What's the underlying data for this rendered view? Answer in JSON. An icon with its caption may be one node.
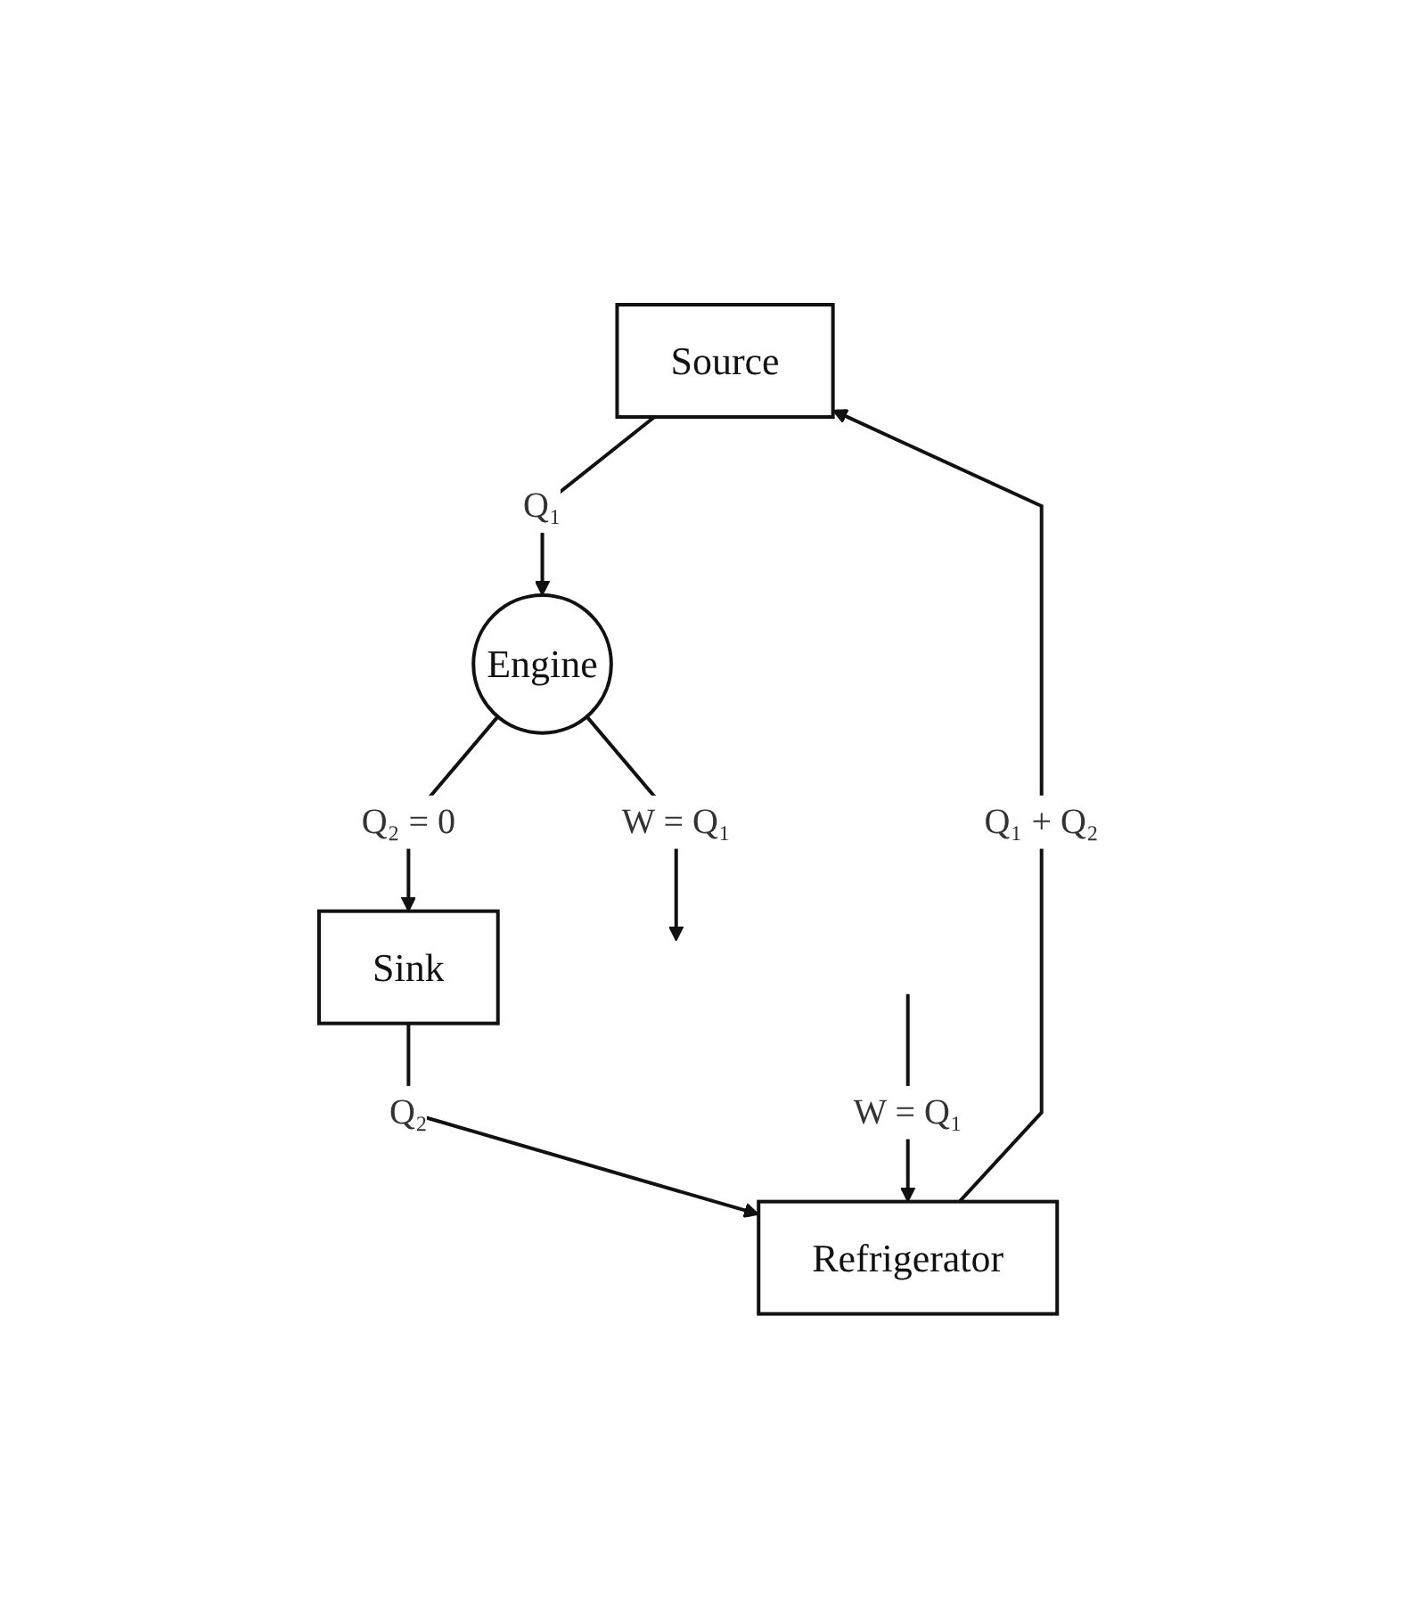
{
  "diagram": {
    "nodes": [
      {
        "text": [
          "Source"
        ]
      },
      {
        "text": [
          "Engine"
        ]
      },
      {
        "text": [
          "Refrigerator"
        ]
      },
      {
        "text": [
          "Sink"
        ]
      }
    ],
    "edges": [
      {
        "from": 0,
        "to": 1,
        "arrow": "to",
        "label": "Q₁"
      },
      {
        "from": 1,
        "to": 3,
        "arrow": "to",
        "label": "Q₂ = 0"
      },
      {
        "from": 1,
        "to": null,
        "arrow": "to",
        "label": "W = Q₁"
      },
      {
        "from": 3,
        "to": 2,
        "arrow": "to",
        "label": "Q₂"
      },
      {
        "from": 2,
        "to": 0,
        "arrow": "to",
        "label": "Q₁ + Q₂"
      },
      {
        "from": null,
        "to": 2,
        "arrow": "to",
        "label": "W = Q₁"
      }
    ]
  }
}
